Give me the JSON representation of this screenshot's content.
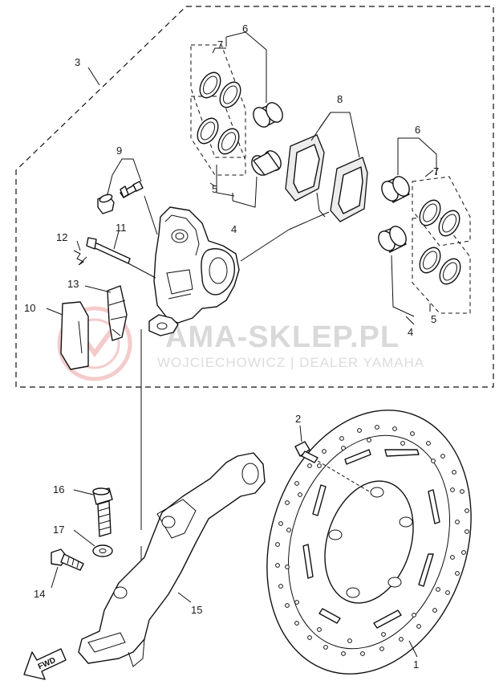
{
  "diagram": {
    "callouts": {
      "p1": "1",
      "p2": "2",
      "p3": "3",
      "p4a": "4",
      "p4b": "4",
      "p5a": "5",
      "p5b": "5",
      "p6a": "6",
      "p6b": "6",
      "p7a": "7",
      "p7b": "7",
      "p8": "8",
      "p9": "9",
      "p10": "10",
      "p11": "11",
      "p12": "12",
      "p13": "13",
      "p14": "14",
      "p15": "15",
      "p16": "16",
      "p17": "17"
    },
    "fwd_label": "FWD"
  },
  "watermark": {
    "main": "AMA-SKLEP.PL",
    "sub": "WOJCIECHOWICZ | DEALER YAMAHA",
    "logo_color": "#f3c6c6"
  },
  "colors": {
    "line": "#111111",
    "watermark_text": "#d9d9d9"
  }
}
